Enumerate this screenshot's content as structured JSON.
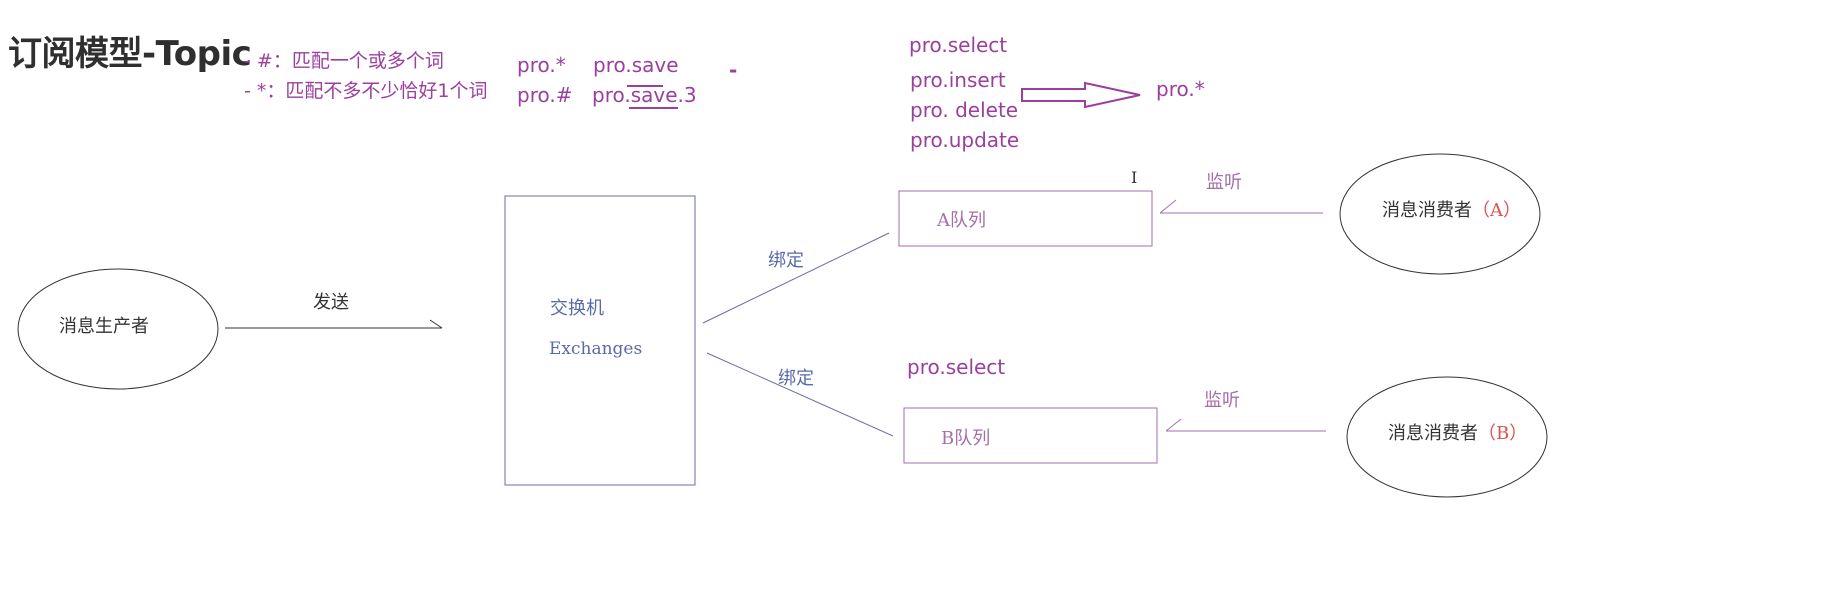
{
  "title": "订阅模型-Topic",
  "notes": {
    "hash_rule": "- #：匹配一个或多个词",
    "star_rule": "- *：匹配不多不少恰好1个词"
  },
  "examples": {
    "star_pattern": "pro.*",
    "star_match": "pro.save",
    "hash_pattern": "pro.#",
    "hash_match": "pro.save.3",
    "dash": "-"
  },
  "routing_keys": {
    "items": [
      "pro.select",
      "pro.insert",
      "pro. delete",
      "pro.update"
    ],
    "result": "pro.*"
  },
  "diagram": {
    "producer": "消息生产者",
    "send_label": "发送",
    "exchange_line1": "交换机",
    "exchange_line2": "Exchanges",
    "bind_a": "绑定",
    "bind_b": "绑定",
    "queue_a": "A队列",
    "queue_b": "B队列",
    "queue_b_key": "pro.select",
    "listen_a": "监听",
    "listen_b": "监听",
    "consumer_a_prefix": "消息消费者",
    "consumer_a_suffix": "（A）",
    "consumer_b_prefix": "消息消费者",
    "consumer_b_suffix": "（B）",
    "cursor": "I"
  },
  "colors": {
    "purple": "#9b3f9f",
    "line_blue": "#6b6ba8",
    "text_blue": "#5a6aa8",
    "queue_text": "#a56fa8",
    "consumer_suffix": "#d9534f",
    "black": "#333333"
  }
}
